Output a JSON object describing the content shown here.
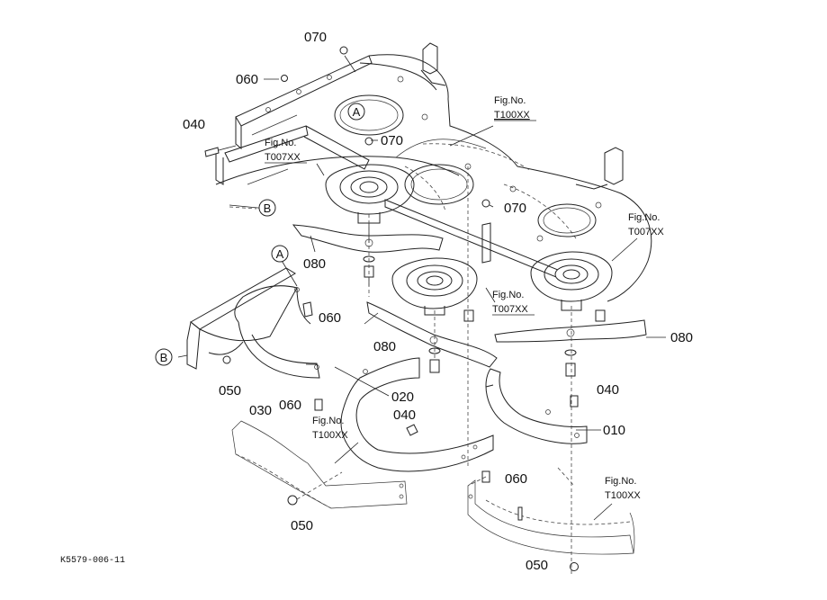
{
  "labels": {
    "p070_top": "070",
    "p060_top": "060",
    "p040_left": "040",
    "p070_mid": "070",
    "p070_right": "070",
    "p080_left": "080",
    "p060_shield": "060",
    "p080_mid": "080",
    "p080_right": "080",
    "p050_left": "050",
    "p030": "030",
    "p060_low": "060",
    "p020": "020",
    "p040_mid": "040",
    "p040_right": "040",
    "p010": "010",
    "p060_right": "060",
    "p050_bottom": "050",
    "p050_right": "050"
  },
  "callouts": {
    "A_upper": "A",
    "A_lower": "A",
    "B_upper": "B",
    "B_lower": "B"
  },
  "figrefs": {
    "t100_top": {
      "title": "Fig.No.",
      "code": "T100XX"
    },
    "t007_left": {
      "title": "Fig.No.",
      "code": "T007XX"
    },
    "t007_right": {
      "title": "Fig.No.",
      "code": "T007XX"
    },
    "t007_mid": {
      "title": "Fig.No.",
      "code": "T007XX"
    },
    "t100_left": {
      "title": "Fig.No.",
      "code": "T100XX"
    },
    "t100_right": {
      "title": "Fig.No.",
      "code": "T100XX"
    }
  },
  "drawing_code": "K5579-006-11"
}
